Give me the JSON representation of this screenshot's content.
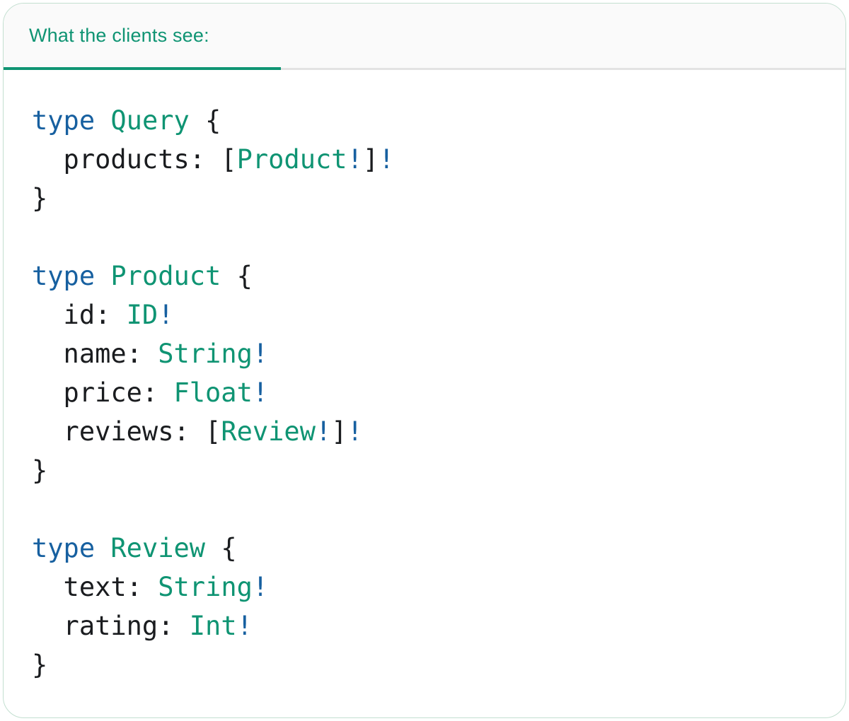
{
  "colors": {
    "teal": "#0f9473",
    "blue": "#1760a0",
    "text": "#1a1c1f",
    "header_bg": "#fafafa",
    "divider": "#e3e3e3",
    "card_border": "#c3dfd0",
    "code_bg": "#ffffff"
  },
  "tabs": {
    "active_label": "What the clients see:"
  },
  "code": {
    "lines": [
      [
        {
          "t": "type",
          "c": "keyword"
        },
        {
          "t": " ",
          "c": "punct"
        },
        {
          "t": "Query",
          "c": "typename"
        },
        {
          "t": " {",
          "c": "punct"
        }
      ],
      [
        {
          "t": "  products: [",
          "c": "punct"
        },
        {
          "t": "Product",
          "c": "typename"
        },
        {
          "t": "!",
          "c": "bang"
        },
        {
          "t": "]",
          "c": "punct"
        },
        {
          "t": "!",
          "c": "bang"
        }
      ],
      [
        {
          "t": "}",
          "c": "punct"
        }
      ],
      [],
      [
        {
          "t": "type",
          "c": "keyword"
        },
        {
          "t": " ",
          "c": "punct"
        },
        {
          "t": "Product",
          "c": "typename"
        },
        {
          "t": " {",
          "c": "punct"
        }
      ],
      [
        {
          "t": "  id: ",
          "c": "punct"
        },
        {
          "t": "ID",
          "c": "typename"
        },
        {
          "t": "!",
          "c": "bang"
        }
      ],
      [
        {
          "t": "  name: ",
          "c": "punct"
        },
        {
          "t": "String",
          "c": "typename"
        },
        {
          "t": "!",
          "c": "bang"
        }
      ],
      [
        {
          "t": "  price: ",
          "c": "punct"
        },
        {
          "t": "Float",
          "c": "typename"
        },
        {
          "t": "!",
          "c": "bang"
        }
      ],
      [
        {
          "t": "  reviews: [",
          "c": "punct"
        },
        {
          "t": "Review",
          "c": "typename"
        },
        {
          "t": "!",
          "c": "bang"
        },
        {
          "t": "]",
          "c": "punct"
        },
        {
          "t": "!",
          "c": "bang"
        }
      ],
      [
        {
          "t": "}",
          "c": "punct"
        }
      ],
      [],
      [
        {
          "t": "type",
          "c": "keyword"
        },
        {
          "t": " ",
          "c": "punct"
        },
        {
          "t": "Review",
          "c": "typename"
        },
        {
          "t": " {",
          "c": "punct"
        }
      ],
      [
        {
          "t": "  text: ",
          "c": "punct"
        },
        {
          "t": "String",
          "c": "typename"
        },
        {
          "t": "!",
          "c": "bang"
        }
      ],
      [
        {
          "t": "  rating: ",
          "c": "punct"
        },
        {
          "t": "Int",
          "c": "typename"
        },
        {
          "t": "!",
          "c": "bang"
        }
      ],
      [
        {
          "t": "}",
          "c": "punct"
        }
      ]
    ]
  }
}
